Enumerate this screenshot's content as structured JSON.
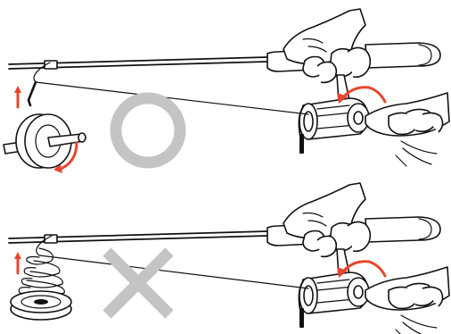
{
  "colors": {
    "line": "#111111",
    "accent": "#e8452c",
    "mark": "#c4c4c4",
    "background": "#ffffff"
  },
  "panels": [
    {
      "id": "top",
      "verdict": "correct",
      "verdict_symbol": "circle",
      "spool": "upright-spool-on-pencil"
    },
    {
      "id": "bottom",
      "verdict": "incorrect",
      "verdict_symbol": "cross",
      "spool": "flat-spool-line-twisting"
    }
  ],
  "icons": [
    "fishing-rod-icon",
    "hand-icon",
    "spinning-reel-icon",
    "line-spool-icon",
    "rotation-arrow-icon",
    "correct-circle-icon",
    "incorrect-cross-icon"
  ]
}
